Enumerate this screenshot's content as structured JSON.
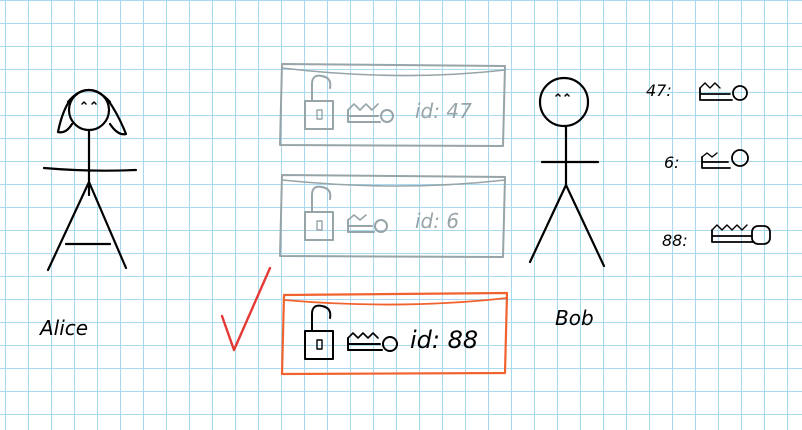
{
  "people": {
    "alice": {
      "name": "Alice"
    },
    "bob": {
      "name": "Bob"
    }
  },
  "boxes": [
    {
      "id_text": "id: 47",
      "state": "rejected",
      "color": "#97a4a8"
    },
    {
      "id_text": "id: 6",
      "state": "rejected",
      "color": "#97a4a8"
    },
    {
      "id_text": "id: 88",
      "state": "accepted",
      "color": "#f0622e"
    }
  ],
  "bob_keys": [
    {
      "label": "47:",
      "icon": "key-icon"
    },
    {
      "label": "6:",
      "icon": "key-icon"
    },
    {
      "label": "88:",
      "icon": "key-icon"
    }
  ],
  "colors": {
    "grid": "#a9d9ef",
    "rejected": "#97a4a8",
    "accepted": "#f0622e",
    "checkmark": "#e53935",
    "ink": "#000000"
  }
}
